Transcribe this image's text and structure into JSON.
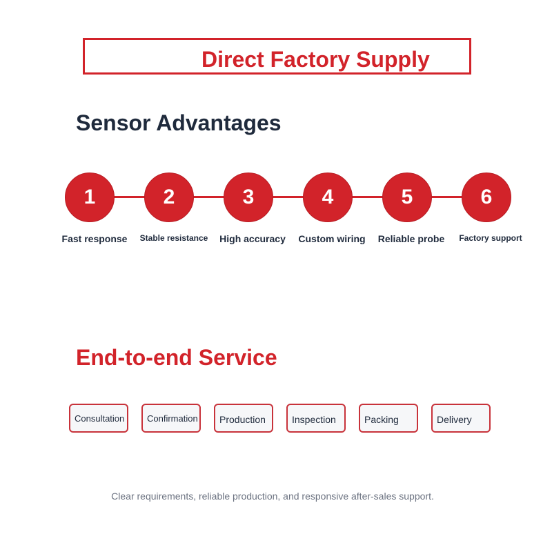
{
  "banner": {
    "title": "Direct Factory Supply"
  },
  "sensor_section": {
    "title": "Sensor Advantages",
    "steps": [
      {
        "number": "1",
        "label": "Fast response"
      },
      {
        "number": "2",
        "label": "Stable resistance"
      },
      {
        "number": "3",
        "label": "High accuracy"
      },
      {
        "number": "4",
        "label": "Custom wiring"
      },
      {
        "number": "5",
        "label": "Reliable probe"
      },
      {
        "number": "6",
        "label": "Factory support"
      }
    ]
  },
  "service_section": {
    "title": "End-to-end Service",
    "stages": [
      "Consultation",
      "Confirmation",
      "Production",
      "Inspection",
      "Packing",
      "Delivery"
    ]
  },
  "footer": {
    "note": "Clear requirements, reliable production, and responsive after-sales support."
  },
  "colors": {
    "accent": "#d2232a",
    "heading": "#1f2a3c",
    "muted": "#6b7280",
    "box_fill": "#f6f7f9"
  }
}
